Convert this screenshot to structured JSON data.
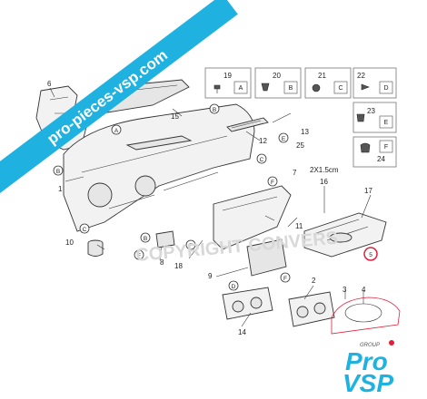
{
  "banner": {
    "text": "pro-pieces-vsp.com",
    "color": "#1fb2e0"
  },
  "watermark": {
    "text": "COPYRIGHT CONVERS"
  },
  "callouts": {
    "n1": "1",
    "n2": "2",
    "n3": "3",
    "n4": "4",
    "n5": "5",
    "n6": "6",
    "n7": "7",
    "n8": "8",
    "n9": "9",
    "n10": "10",
    "n11": "11",
    "n12": "12",
    "n13": "13",
    "n14": "14",
    "n15": "15",
    "n16": "16",
    "n17": "17",
    "n18": "18",
    "n25": "25",
    "spec": "2X1.5cm"
  },
  "circle_refs": {
    "A": "A",
    "B": "B",
    "C": "C",
    "D": "D",
    "E": "E",
    "F": "F"
  },
  "fastener_boxes": [
    {
      "number": "19",
      "letter": "A"
    },
    {
      "number": "20",
      "letter": "B"
    },
    {
      "number": "21",
      "letter": "C"
    },
    {
      "number": "22",
      "letter": "D"
    },
    {
      "number": "23",
      "letter": "E"
    },
    {
      "number": "24",
      "letter": "F"
    }
  ],
  "highlight": {
    "label": "5",
    "color": "#e0203a"
  },
  "logo": {
    "group_text": "GROUP",
    "line1": "Pro",
    "line2": "VSP",
    "color": "#1fb2e0",
    "accent": "#e0203a"
  }
}
